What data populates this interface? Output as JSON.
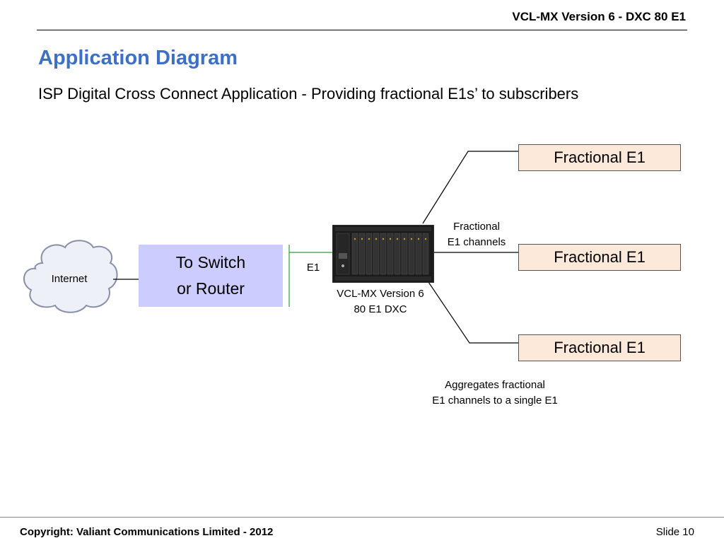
{
  "header": {
    "title": "VCL-MX Version 6 - DXC 80 E1"
  },
  "slide": {
    "title": "Application Diagram",
    "subtitle": "ISP Digital Cross Connect Application - Providing fractional E1s’ to subscribers"
  },
  "diagram": {
    "internet_label": "Internet",
    "router_line1": "To Switch",
    "router_line2": "or Router",
    "link_label": "E1",
    "device_line1": "VCL-MX Version 6",
    "device_line2": "80 E1 DXC",
    "channels_line1": "Fractional",
    "channels_line2": "E1 channels",
    "fractional_boxes": [
      "Fractional E1",
      "Fractional E1",
      "Fractional E1"
    ],
    "aggregate_line1": "Aggregates fractional",
    "aggregate_line2": "E1 channels to a single E1"
  },
  "colors": {
    "title_blue": "#3d6fc6",
    "router_fill": "#ccccff",
    "fractional_fill": "#fde9d9",
    "e1_link_green": "#2e9e3e"
  },
  "footer": {
    "copyright": "Copyright: Valiant Communications Limited - 2012",
    "slide_number": "Slide 10"
  }
}
